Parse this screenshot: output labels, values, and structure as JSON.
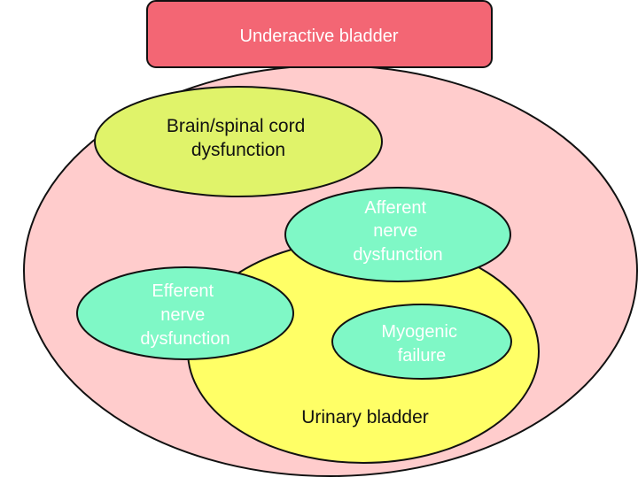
{
  "title": "Underactive bladder",
  "regions": {
    "brain_spinal": [
      "Brain/spinal cord",
      "dysfunction"
    ],
    "afferent": [
      "Afferent",
      "nerve",
      "dysfunction"
    ],
    "efferent": [
      "Efferent",
      "nerve",
      "dysfunction"
    ],
    "myogenic": [
      "Myogenic",
      "failure"
    ],
    "urinary_bladder": "Urinary bladder"
  },
  "colors": {
    "title_box": "#f36674",
    "outer_ellipse": "#ffcccc",
    "brain_ellipse": "#e0f36a",
    "bladder_ellipse": "#ffff66",
    "nerve_ellipses": "#7ff8c6",
    "outline": "#111111"
  }
}
